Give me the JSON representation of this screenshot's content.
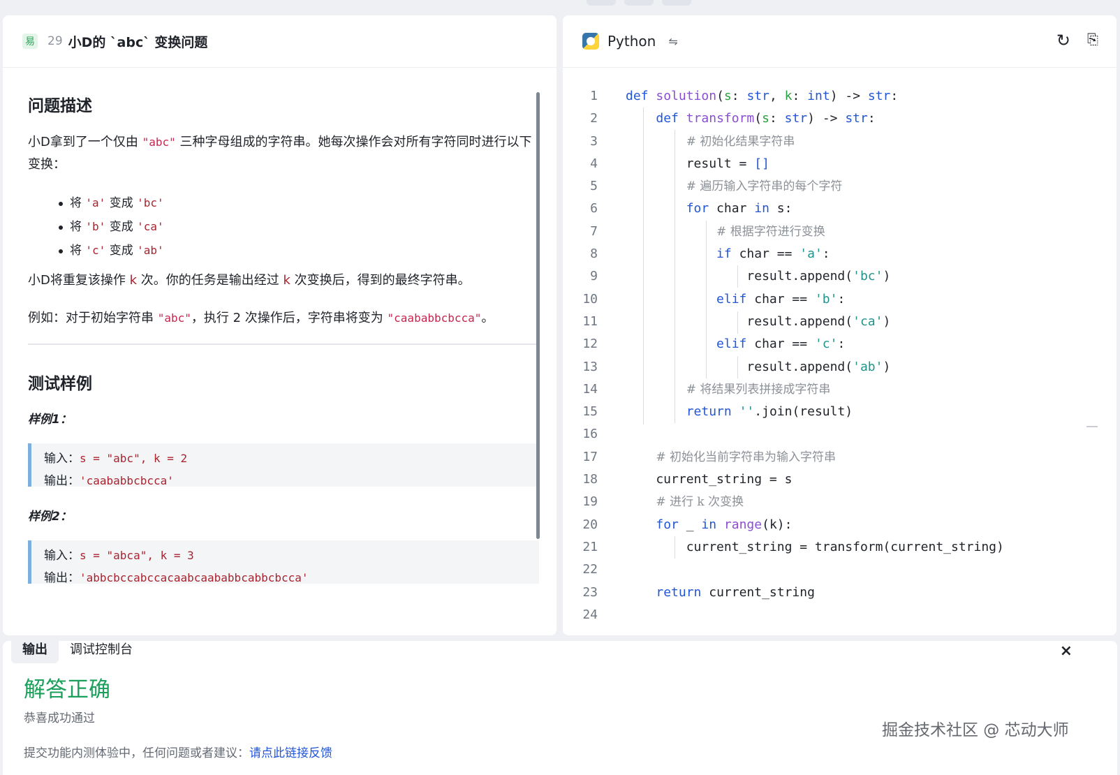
{
  "problem": {
    "difficulty": "易",
    "number": "29",
    "title": "小D的 `abc` 变换问题"
  },
  "description": {
    "heading": "问题描述",
    "intro_a": "小D拿到了一个仅由 ",
    "intro_code": "\"abc\"",
    "intro_b": " 三种字母组成的字符串。她每次操作会对所有字符同时进行以下变换：",
    "rules": [
      {
        "prefix": "将 ",
        "from": "'a'",
        "mid": " 变成 ",
        "to": "'bc'"
      },
      {
        "prefix": "将 ",
        "from": "'b'",
        "mid": " 变成 ",
        "to": "'ca'"
      },
      {
        "prefix": "将 ",
        "from": "'c'",
        "mid": " 变成 ",
        "to": "'ab'"
      }
    ],
    "task_a": "小D将重复该操作 ",
    "task_k": "k",
    "task_b": " 次。你的任务是输出经过 ",
    "task_k2": "k",
    "task_c": " 次变换后，得到的最终字符串。",
    "example_a": "例如：对于初始字符串 ",
    "example_code1": "\"abc\"",
    "example_b": "，执行 2 次操作后，字符串将变为 ",
    "example_code2": "\"caababbcbcca\"",
    "example_c": "。"
  },
  "tests": {
    "heading": "测试样例",
    "items": [
      {
        "label": "样例1：",
        "input_label": "输入：",
        "input": "s = \"abc\", k = 2",
        "output_label": "输出：",
        "output": "'caababbcbcca'"
      },
      {
        "label": "样例2：",
        "input_label": "输入：",
        "input": "s = \"abca\", k = 3",
        "output_label": "输出：",
        "output": "'abbcbccabccacaabcaababbcabbcbcca'"
      }
    ]
  },
  "editor": {
    "language": "Python",
    "line_count": 24
  },
  "bottom": {
    "tabs": [
      "输出",
      "调试控制台"
    ],
    "result_title": "解答正确",
    "result_sub": "恭喜成功通过",
    "feedback_text": "提交功能内测体验中，任何问题或者建议：",
    "feedback_link": "请点此链接反馈"
  },
  "watermark": "掘金技术社区 @ 芯动大师",
  "colors": {
    "success": "#1aa05a",
    "keyword": "#2356d6",
    "string": "#20948c",
    "link": "#2356d6"
  }
}
